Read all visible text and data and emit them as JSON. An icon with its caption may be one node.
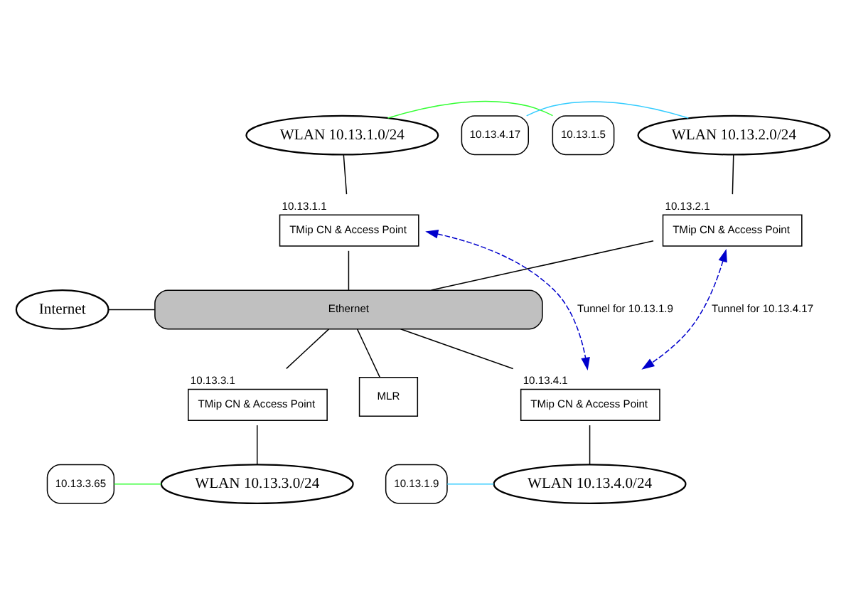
{
  "diagram": {
    "nodes": [
      {
        "text": [
          "WLAN 10.13.1.0/24"
        ]
      },
      {
        "text": [
          "10.13.1.5"
        ]
      },
      {
        "text": [
          "WLAN 10.13.2.0/24"
        ]
      },
      {
        "text": [
          "10.13.4.17"
        ]
      },
      {
        "text": [
          "TMip CN & Access Point"
        ],
        "beside": [
          "10.13.1.1"
        ]
      },
      {
        "text": [
          "TMip CN & Access Point"
        ],
        "beside": [
          "10.13.2.1"
        ]
      },
      {
        "text": [
          "Internet"
        ]
      },
      {
        "text": [
          "Ethernet"
        ]
      },
      {
        "text": [
          "TMip CN & Access Point"
        ],
        "beside": [
          "10.13.3.1"
        ]
      },
      {
        "text": [
          "MLR"
        ]
      },
      {
        "text": [
          "TMip CN & Access Point"
        ],
        "beside": [
          "10.13.4.1"
        ]
      },
      {
        "text": [
          "WLAN 10.13.3.0/24"
        ]
      },
      {
        "text": [
          "10.13.3.65"
        ]
      },
      {
        "text": [
          "WLAN 10.13.4.0/24"
        ]
      },
      {
        "text": [
          "10.13.1.9"
        ]
      }
    ],
    "edges": [
      {
        "from": 1,
        "to": 0,
        "arrow": "none",
        "color": "#33ff33"
      },
      {
        "from": 3,
        "to": 2,
        "arrow": "none",
        "color": "#33ccff"
      },
      {
        "from": 0,
        "to": 4,
        "arrow": "none"
      },
      {
        "from": 2,
        "to": 5,
        "arrow": "none"
      },
      {
        "from": 6,
        "to": 7,
        "arrow": "none"
      },
      {
        "from": 4,
        "to": 7,
        "arrow": "none"
      },
      {
        "from": 5,
        "to": 7,
        "arrow": "none"
      },
      {
        "from": 7,
        "to": 8,
        "arrow": "none"
      },
      {
        "from": 7,
        "to": 9,
        "arrow": "none"
      },
      {
        "from": 7,
        "to": 10,
        "arrow": "none"
      },
      {
        "from": 8,
        "to": 11,
        "arrow": "none"
      },
      {
        "from": 10,
        "to": 13,
        "arrow": "none"
      },
      {
        "from": 12,
        "to": 11,
        "arrow": "none",
        "color": "#33ff33"
      },
      {
        "from": 14,
        "to": 13,
        "arrow": "none",
        "color": "#33ccff"
      },
      {
        "from": 4,
        "to": 10,
        "arrow": "both",
        "label": "Tunnel for 10.13.1.9",
        "style": "dashed",
        "color": "#0000cc"
      },
      {
        "from": 5,
        "to": 10,
        "arrow": "both",
        "label": "Tunnel for 10.13.4.17",
        "style": "dashed",
        "color": "#0000cc"
      }
    ]
  }
}
